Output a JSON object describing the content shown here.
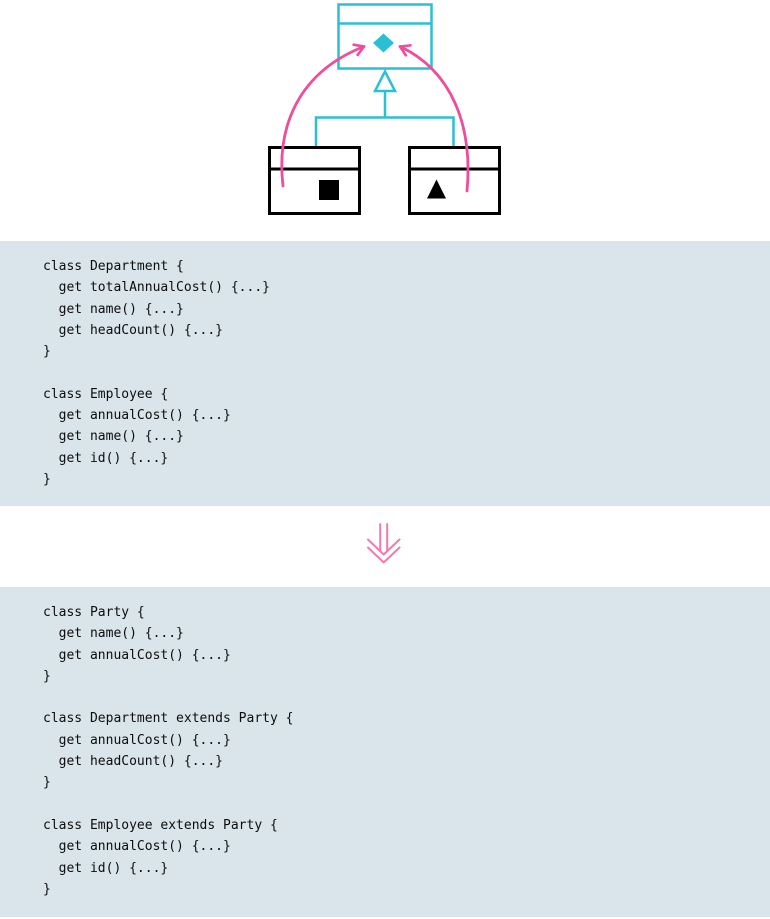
{
  "colors": {
    "cyan": "#2bbfd3",
    "pink": "#ee4d9b",
    "pink_light": "#f17ab2",
    "code_bg": "#d9e5ea",
    "code_text": "#0d0d0d",
    "black": "#000000",
    "white": "#ffffff"
  },
  "diagram": {
    "superclass_marker": "diamond",
    "left_subclass_marker": "square",
    "right_subclass_marker": "triangle",
    "relationship": "inheritance",
    "pull_up_arrows": 2
  },
  "code_before": {
    "lines": [
      "class Department {",
      "  get totalAnnualCost() {...}",
      "  get name() {...}",
      "  get headCount() {...}",
      "}",
      "",
      "class Employee {",
      "  get annualCost() {...}",
      "  get name() {...}",
      "  get id() {...}",
      "}"
    ]
  },
  "transform": {
    "icon": "double-down-arrow-icon"
  },
  "code_after": {
    "lines": [
      "class Party {",
      "  get name() {...}",
      "  get annualCost() {...}",
      "}",
      "",
      "class Department extends Party {",
      "  get annualCost() {...}",
      "  get headCount() {...}",
      "}",
      "",
      "class Employee extends Party {",
      "  get annualCost() {...}",
      "  get id() {...}",
      "}"
    ]
  }
}
